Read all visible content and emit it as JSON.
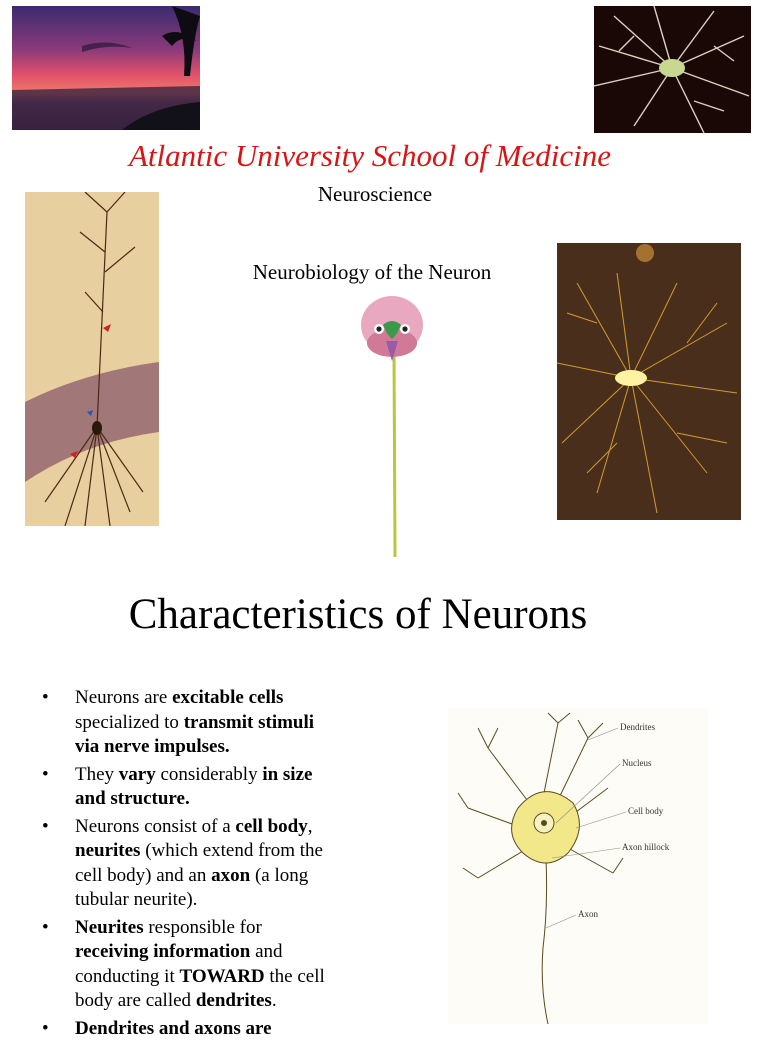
{
  "header": {
    "school": "Atlantic University School of Medicine",
    "department": "Neuroscience",
    "lecture": "Neurobiology of the Neuron"
  },
  "section": {
    "heading": "Characteristics of Neurons"
  },
  "bullets": [
    [
      {
        "t": "Neurons are ",
        "b": false
      },
      {
        "t": "excitable cells",
        "b": true
      },
      {
        "t": " specialized to ",
        "b": false
      },
      {
        "t": "transmit stimuli via nerve impulses.",
        "b": true
      }
    ],
    [
      {
        "t": "They ",
        "b": false
      },
      {
        "t": "vary",
        "b": true
      },
      {
        "t": " considerably ",
        "b": false
      },
      {
        "t": "in size and structure.",
        "b": true
      }
    ],
    [
      {
        "t": "Neurons consist of a ",
        "b": false
      },
      {
        "t": "cell body",
        "b": true
      },
      {
        "t": ", ",
        "b": false
      },
      {
        "t": "neurites",
        "b": true
      },
      {
        "t": " (which extend from the cell body) and an ",
        "b": false
      },
      {
        "t": "axon",
        "b": true
      },
      {
        "t": " (a long tubular neurite).",
        "b": false
      }
    ],
    [
      {
        "t": "Neurites",
        "b": true
      },
      {
        "t": " responsible for ",
        "b": false
      },
      {
        "t": "receiving information",
        "b": true
      },
      {
        "t": " and conducting it ",
        "b": false
      },
      {
        "t": "TOWARD",
        "b": true
      },
      {
        "t": " the cell body are called ",
        "b": false
      },
      {
        "t": "dendrites",
        "b": true
      },
      {
        "t": ".",
        "b": false
      }
    ],
    [
      {
        "t": "Dendrites and axons are",
        "b": true
      }
    ]
  ],
  "diagram": {
    "labels": {
      "dendrites": "Dendrites",
      "nucleus": "Nucleus",
      "cell_body": "Cell body",
      "axon_hillock": "Axon hillock",
      "axon": "Axon"
    }
  }
}
